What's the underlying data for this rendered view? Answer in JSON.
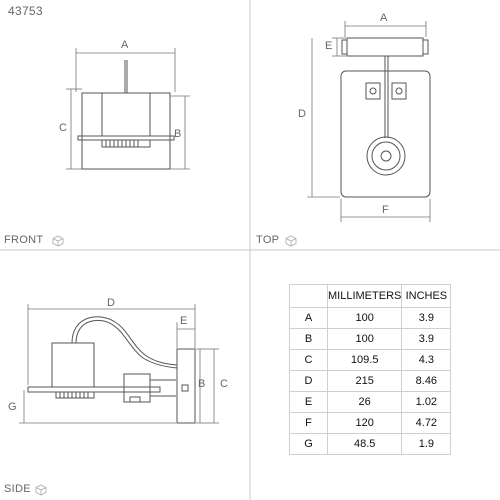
{
  "product_code": "43753",
  "views": {
    "front": "FRONT",
    "top": "TOP",
    "side": "SIDE"
  },
  "dimension_letters": {
    "front": [
      "A",
      "B",
      "C"
    ],
    "top": [
      "A",
      "E",
      "D",
      "F"
    ],
    "side": [
      "D",
      "E",
      "B",
      "C",
      "G"
    ]
  },
  "table": {
    "headers": [
      "",
      "MILLIMETERS",
      "INCHES"
    ],
    "rows": [
      [
        "A",
        "100",
        "3.9"
      ],
      [
        "B",
        "100",
        "3.9"
      ],
      [
        "C",
        "109.5",
        "4.3"
      ],
      [
        "D",
        "215",
        "8.46"
      ],
      [
        "E",
        "26",
        "1.02"
      ],
      [
        "F",
        "120",
        "4.72"
      ],
      [
        "G",
        "48.5",
        "1.9"
      ]
    ]
  },
  "colors": {
    "line": "#555555",
    "dim": "#777777",
    "divider": "#c8c8c8",
    "grid": "#cfcfcf"
  }
}
